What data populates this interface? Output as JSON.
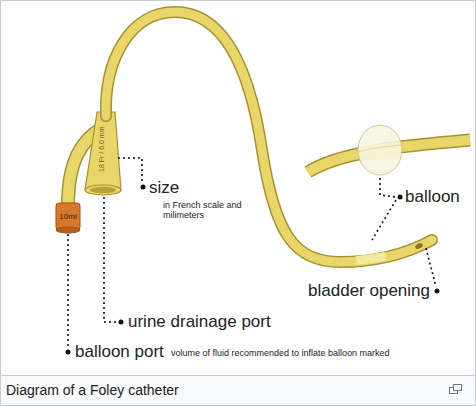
{
  "diagram": {
    "caption": "Diagram of a Foley catheter",
    "labels": [
      "10ml",
      "18 Fr / 6.0 mm",
      "size",
      "in French scale and milimeters",
      "balloon",
      "bladder opening",
      "urine drainage port",
      "balloon port",
      "volume of fluid recommended to inflate balloon marked"
    ]
  }
}
